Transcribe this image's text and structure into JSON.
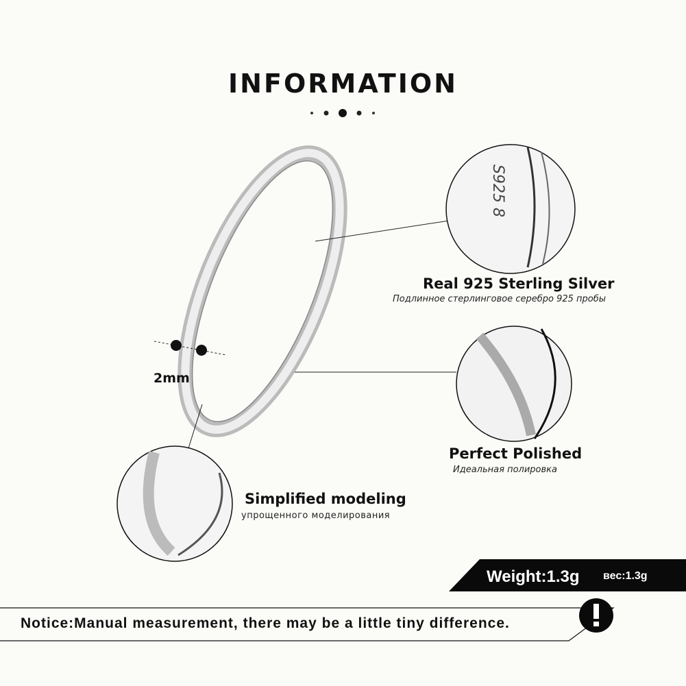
{
  "title": "INFORMATION",
  "features": [
    {
      "label": "Real 925  Sterling  Silver",
      "label_ru": "Подлинное стерлинговое серебро 925 пробы"
    },
    {
      "label": "Perfect  Polished",
      "label_ru": "Идеальная полировка"
    },
    {
      "label": "Simplified modeling",
      "label_ru": "упрощенного моделирования"
    }
  ],
  "engraving": "S925 8",
  "width_label": "2mm",
  "weight": {
    "label": "Weight:1.3g",
    "label_ru": "вес:1.3g"
  },
  "notice": "Notice:Manual measurement, there may be a little tiny difference.",
  "notice_icon": "exclamation-icon"
}
